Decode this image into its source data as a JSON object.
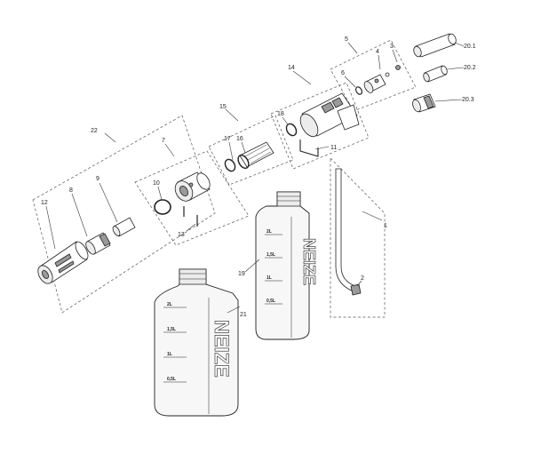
{
  "labels": {
    "l1": "1",
    "l2": "2",
    "l3": "3",
    "l4": "4",
    "l5": "5",
    "l6": "6",
    "l7": "7",
    "l8": "8",
    "l9": "9",
    "l10": "10",
    "l11": "11",
    "l12": "12",
    "l13": "13",
    "l14": "14",
    "l15": "15",
    "l16": "16",
    "l17": "17",
    "l18": "18",
    "l19": "19",
    "l20_1": "20.1",
    "l20_2": "20.2",
    "l20_3": "20.3",
    "l21": "21",
    "l22": "22"
  },
  "bottle_small": {
    "brand": "NEIZE",
    "graduations": [
      "2L",
      "1,5L",
      "1L",
      "0,5L"
    ]
  },
  "bottle_large": {
    "brand": "NEIZE",
    "graduations": [
      "2L",
      "1,5L",
      "1L",
      "0,5L"
    ]
  },
  "colors": {
    "line": "#222222",
    "dash": "#555555",
    "fill_light": "#f7f7f7",
    "fill_dark": "#9a9a9a"
  }
}
